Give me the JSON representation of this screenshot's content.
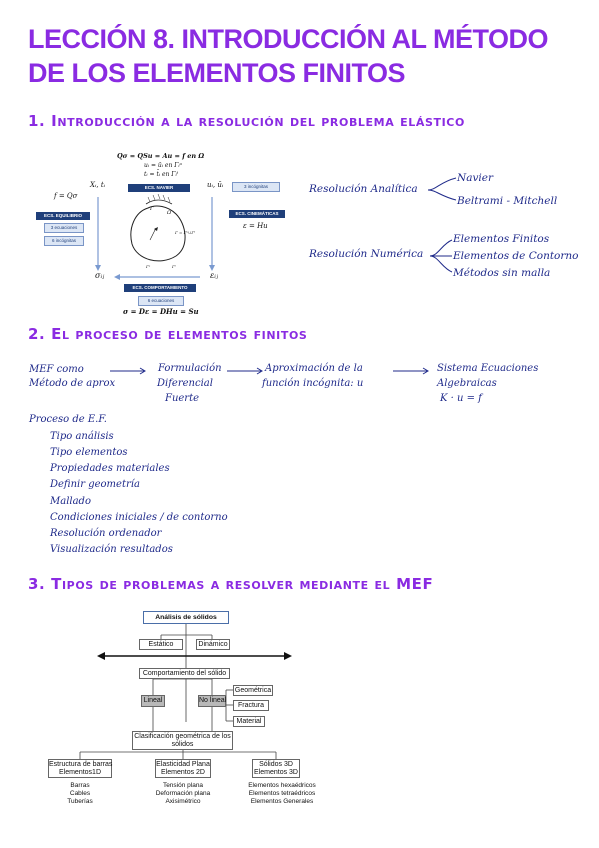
{
  "title": {
    "line1": "LECCIÓN 8. INTRODUCCIÓN AL MÉTODO",
    "line2": "DE LOS ELEMENTOS FINITOS"
  },
  "section1": {
    "heading": "1. Introducción a la resolución del problema elástico",
    "diagram": {
      "eq_top": "Qσ = QSu = Au = f  en Ω",
      "eq_bc1": "uᵢ = ūᵢ  en Γᵢᵘ",
      "eq_bc2": "tᵢ = t̄ᵢ  en Γᵢᵗ",
      "ecs_navier": "ECS. NAVIER",
      "incog_3_right": "3 incógnitas",
      "xi_ti": "Xᵢ, tᵢ",
      "ui_ubar": "uᵢ, ūᵢ",
      "f_eq": "f = Qσ",
      "ecs_equilibrio": "ECS. EQUILIBRIO",
      "ecuaciones_3": "3 ecuaciones",
      "incog_6": "6 incógnitas",
      "ecs_cinematicas": "ECS. CINEMÁTICAS",
      "eps_eq": "ε = Hu",
      "sigma_ij": "σᵢⱼ",
      "eps_ij": "εᵢⱼ",
      "ecs_comportamiento": "ECS. COMPORTAMIENTO",
      "ecuaciones_6": "6 ecuaciones",
      "sigma_eq": "σ = Dε = DHu = Su",
      "body_gamma": "Γ",
      "body_gamma_u": "Γᵘ",
      "body_gamma_t": "Γᵗ",
      "body_label": "Γ = Γᵘ∪Γᵗ",
      "body_omega": "Ω"
    },
    "analytic": {
      "label": "Resolución Analítica",
      "opt1": "Navier",
      "opt2": "Beltrami - Mitchell"
    },
    "numeric": {
      "label": "Resolución Numérica",
      "opt1": "Elementos Finitos",
      "opt2": "Elementos de Contorno",
      "opt3": "Métodos sin malla"
    }
  },
  "section2": {
    "heading": "2. El proceso de elementos finitos",
    "flow": {
      "step1a": "MEF como",
      "step1b": "Método de aprox",
      "step2a": "Formulación",
      "step2b": "Diferencial",
      "step2c": "Fuerte",
      "step3a": "Aproximación de la",
      "step3b": "función incógnita: u",
      "step4a": "Sistema Ecuaciones",
      "step4b": "Algebraicas",
      "step4c": "K · u = f"
    },
    "process_title": "Proceso de E.F.",
    "process_items": [
      "Tipo análisis",
      "Tipo elementos",
      "Propiedades materiales",
      "Definir geometría",
      "Mallado",
      "Condiciones iniciales / de contorno",
      "Resolución ordenador",
      "Visualización resultados"
    ]
  },
  "section3": {
    "heading": "3. Tipos de problemas a resolver mediante el MEF",
    "tree": {
      "root": "Análisis de sólidos",
      "estatico": "Estático",
      "dinamico": "Dinámico",
      "comportamiento": "Comportamiento del sólido",
      "lineal": "Lineal",
      "no_lineal": "No lineal",
      "geometrica": "Geométrica",
      "fractura": "Fractura",
      "material": "Material",
      "clasificacion_1": "Clasificación geométrica de los",
      "clasificacion_2": "sólidos",
      "barras_1": "Estructura de barras",
      "barras_2": "Elementos1D",
      "barras_sub": [
        "Barras",
        "Cables",
        "Tuberías"
      ],
      "plana_1": "Elasticidad Plana",
      "plana_2": "Elementos 2D",
      "plana_sub": [
        "Tensión plana",
        "Deformación plana",
        "Axisimétrico"
      ],
      "solidos_1": "Sólidos 3D",
      "solidos_2": "Elementos 3D",
      "solidos_sub": [
        "Elementos hexaédricos",
        "Elementos tetraédricos",
        "Elementos Generales"
      ]
    }
  },
  "colors": {
    "purple": "#8a2be2",
    "ink_blue": "#1f2a8a",
    "box_dark": "#1f3f7a",
    "box_light": "#dce6f5"
  }
}
